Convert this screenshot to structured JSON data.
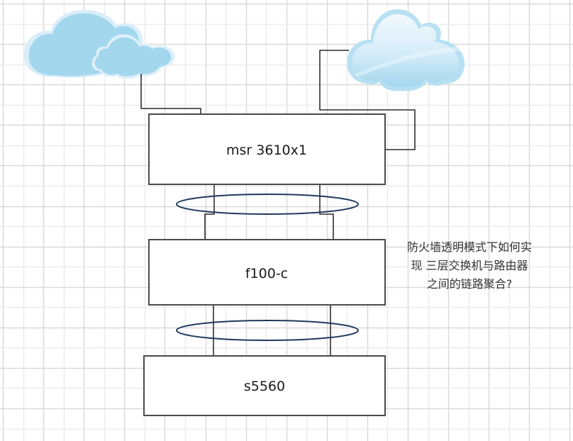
{
  "diagram": {
    "colors": {
      "grid_major": "#d9d9d9",
      "grid_minor": "#ececec",
      "box_border": "#4a4a4a",
      "link": "#000000",
      "aggregation_ellipse": "#1f3a5f",
      "cloud_fill": "#a5d8ee",
      "cloud_fill_light": "#e6f4fb"
    },
    "clouds": [
      {
        "id": "internet-cloud-left",
        "style": "double-cloud"
      },
      {
        "id": "internet-cloud-right",
        "style": "glossy-cloud"
      }
    ],
    "nodes": [
      {
        "id": "msr",
        "label": "msr 3610x1"
      },
      {
        "id": "f100",
        "label": "f100-c"
      },
      {
        "id": "s5560",
        "label": "s5560"
      }
    ],
    "links": [
      {
        "from": "internet-cloud-left",
        "to": "msr"
      },
      {
        "from": "internet-cloud-right",
        "to": "msr"
      },
      {
        "from": "msr",
        "to": "f100",
        "count": 2,
        "aggregated": true
      },
      {
        "from": "f100",
        "to": "s5560",
        "count": 2,
        "aggregated": true
      }
    ],
    "note": "防火墙透明模式下如何实现 三层交换机与路由器之间的链路聚合?"
  }
}
